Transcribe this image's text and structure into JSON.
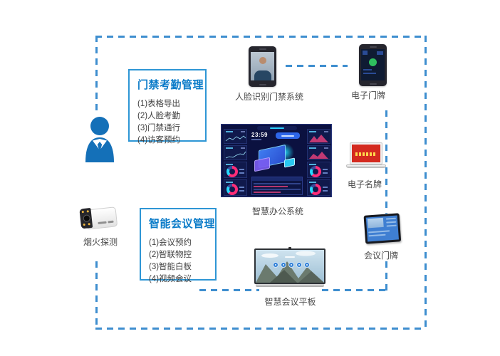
{
  "diagram": {
    "border_color": "#3e8ecf",
    "title_color": "#0a7bc8"
  },
  "access_box": {
    "title": "门禁考勤管理",
    "items": [
      "(1)表格导出",
      "(2)人脸考勤",
      "(3)门禁通行",
      "(4)访客预约"
    ]
  },
  "meeting_box": {
    "title": "智能会议管理",
    "items": [
      "(1)会议预约",
      "(2)智联物控",
      "(3)智能白板",
      "(4)视频会议"
    ]
  },
  "devices": {
    "face_terminal": {
      "label": "人脸识别门禁系统"
    },
    "door_sign": {
      "label": "电子门牌"
    },
    "dashboard": {
      "label": "智慧办公系统",
      "clock": "23:59"
    },
    "name_badge": {
      "label": "电子名牌"
    },
    "smoke_camera": {
      "label": "烟火探测"
    },
    "meeting_panel": {
      "label": "智慧会议平板"
    },
    "meeting_sign": {
      "label": "会议门牌"
    }
  }
}
